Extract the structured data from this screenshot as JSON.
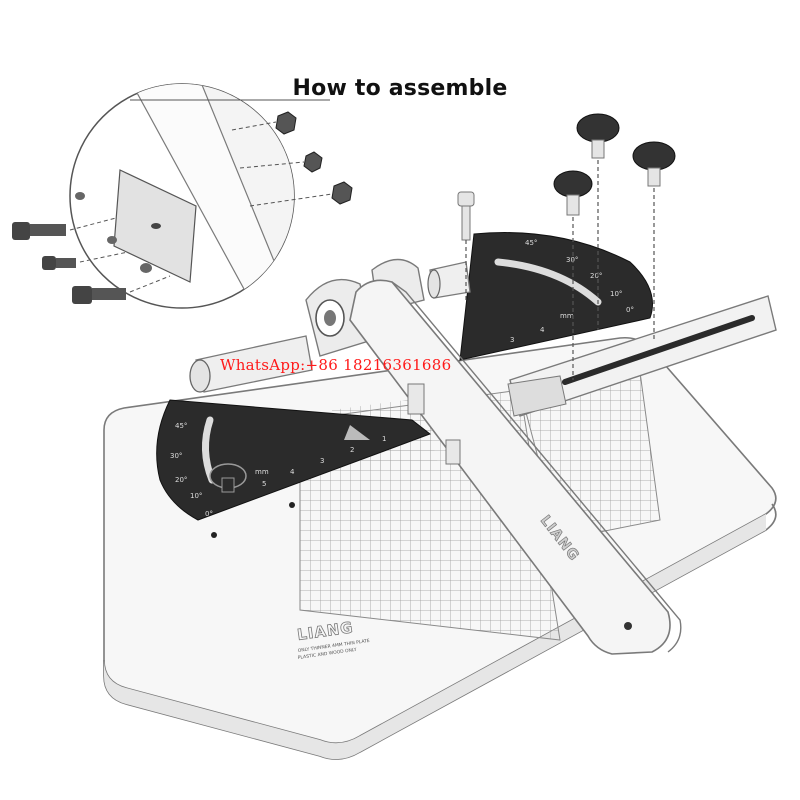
{
  "title": "How to assemble",
  "watermark": "WhatsApp:+86   18216361686",
  "brand": "LIANG",
  "base_note_line1": "ONLY THINNER 4MM THIN PLATE",
  "base_note_line2": "PLASTIC AND WOOD ONLY",
  "left_protractor": {
    "angle_labels": [
      "45°",
      "30°",
      "20°",
      "10°",
      "0°"
    ],
    "ruler_labels": [
      "mm",
      "5",
      "4",
      "3",
      "2",
      "1"
    ]
  },
  "right_protractor": {
    "angle_labels": [
      "45°",
      "30°",
      "20°",
      "10°",
      "0°"
    ],
    "ruler_labels": [
      "mm",
      "4",
      "3"
    ]
  },
  "colors": {
    "dark_part": "#2b2b2b",
    "outline": "#7a7a7a",
    "body": "#f4f4f4",
    "watermark": "#ff1a1a"
  }
}
